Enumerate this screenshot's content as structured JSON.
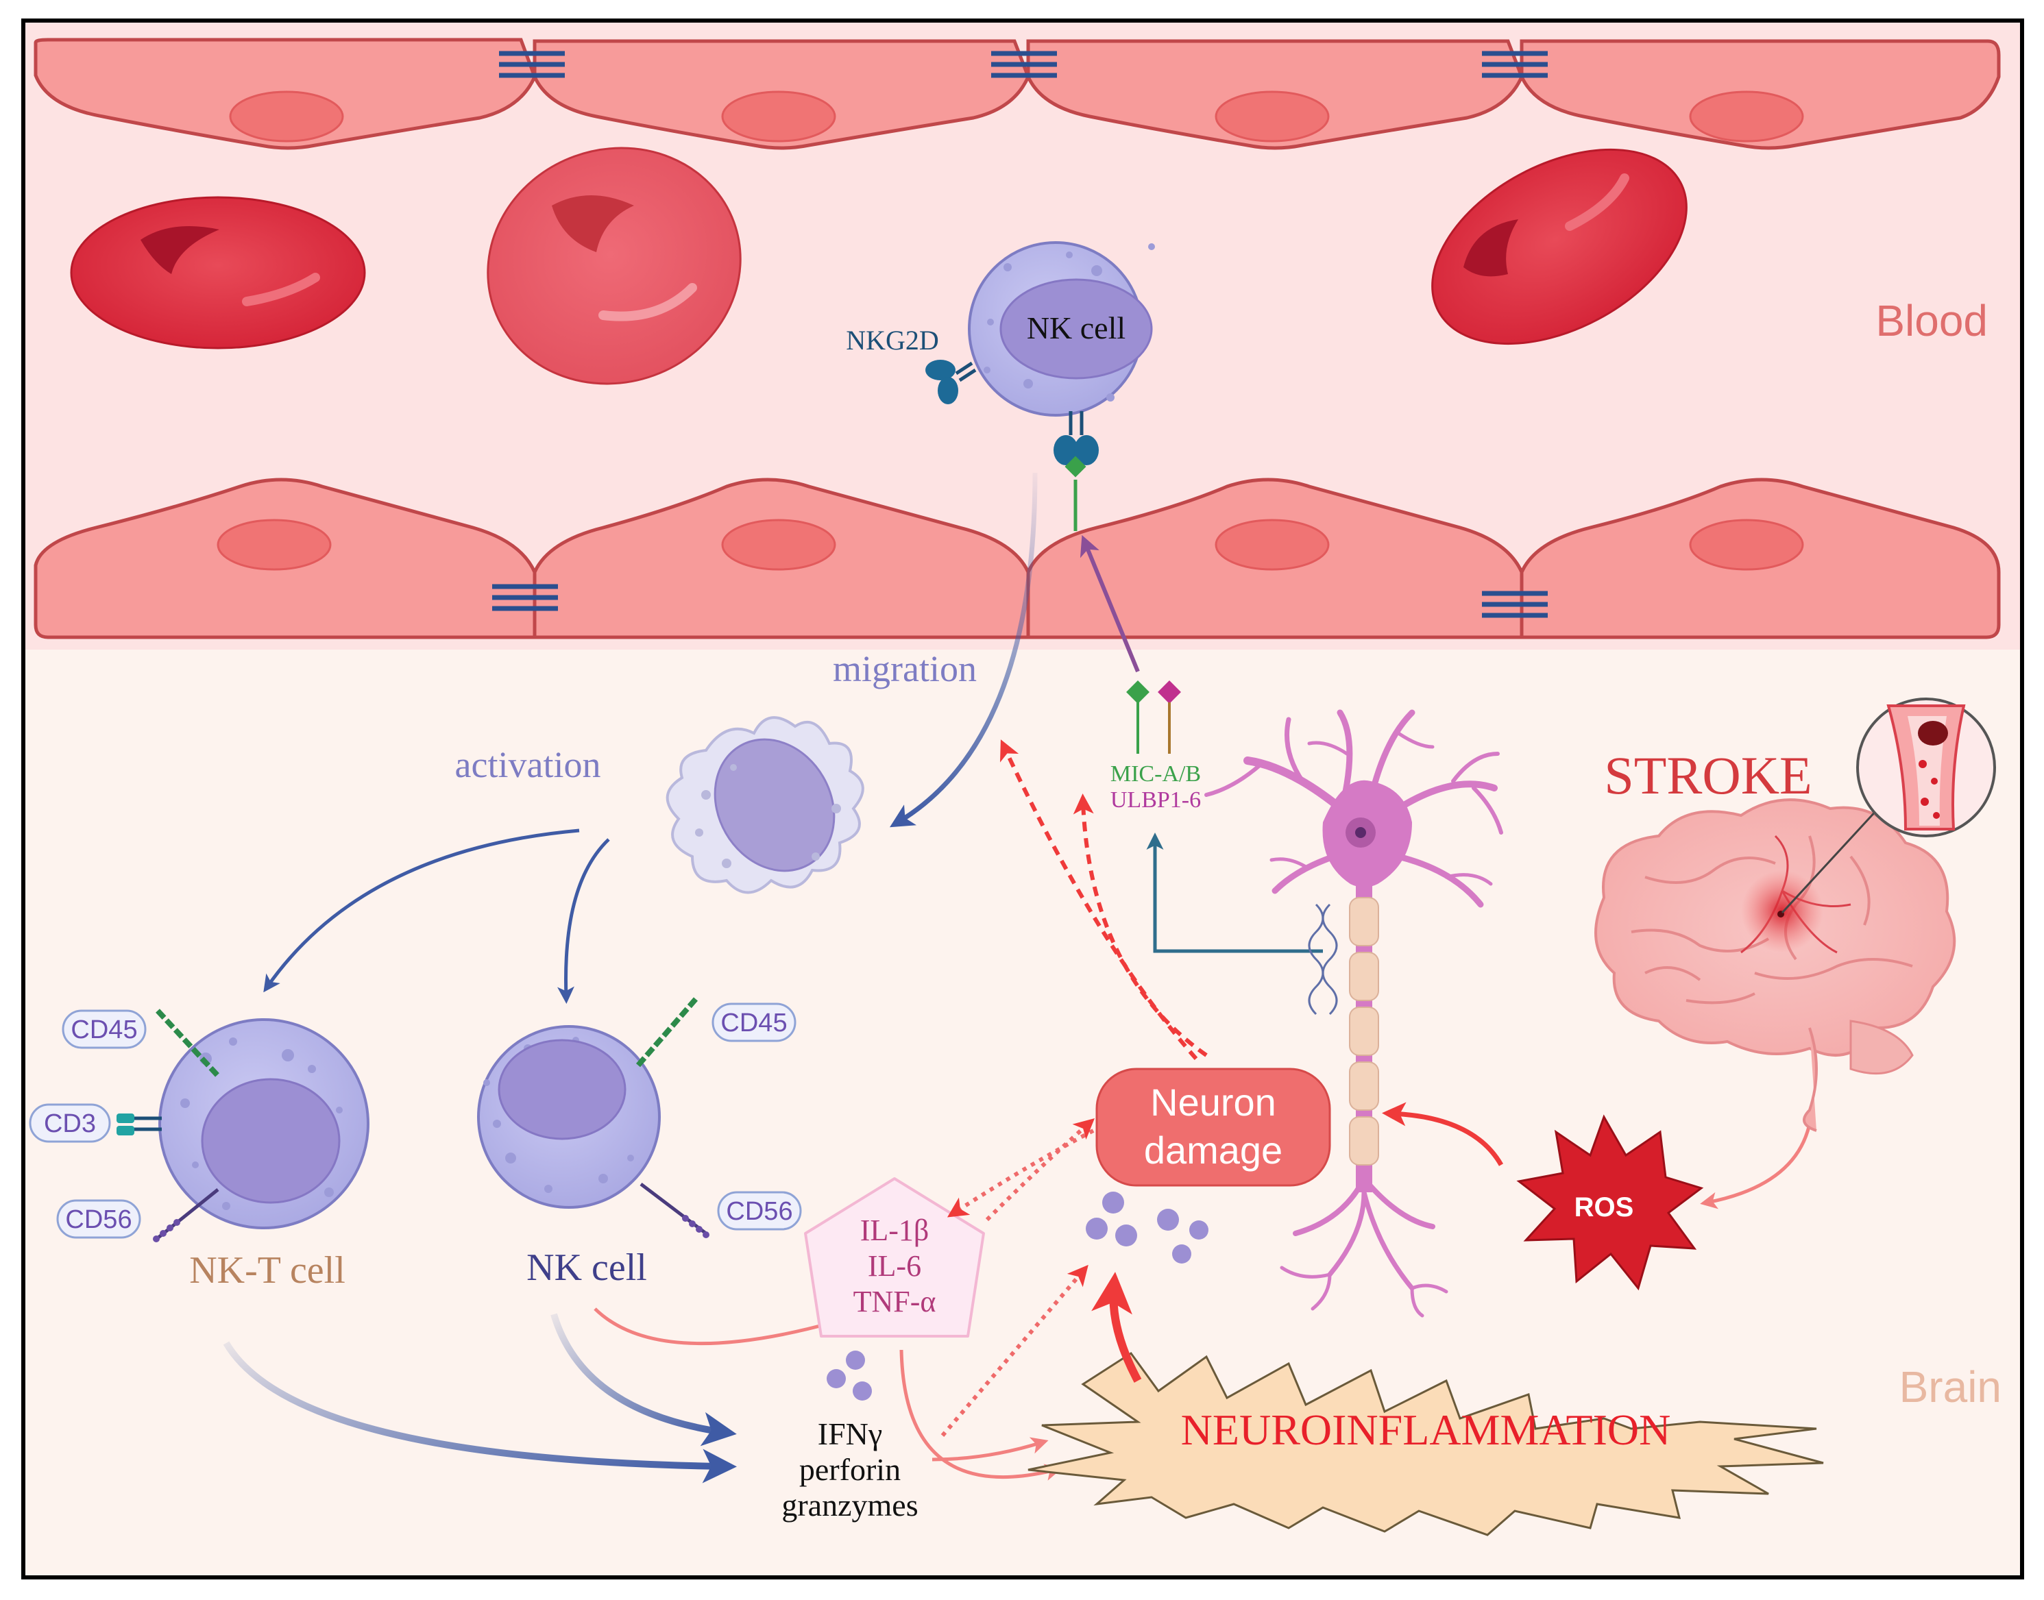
{
  "regions": {
    "blood": "Blood",
    "brain": "Brain"
  },
  "cells": {
    "nk_blood": "NK cell",
    "nkt": "NK-T cell",
    "nk_brain": "NK cell"
  },
  "receptors": {
    "nkg2d": "NKG2D",
    "cd45_left": "CD45",
    "cd3": "CD3",
    "cd56_left": "CD56",
    "cd45_right": "CD45",
    "cd56_right": "CD56"
  },
  "ligands": {
    "mic": "MIC-A/B",
    "ulbp": "ULBP1-6"
  },
  "process": {
    "migration": "migration",
    "activation": "activation"
  },
  "cytokines": {
    "il1b": "IL-1β",
    "il6": "IL-6",
    "tnfa": "TNF-α"
  },
  "effectors": {
    "ifng": "IFNγ",
    "perforin": "perforin",
    "granzymes": "granzymes"
  },
  "labels": {
    "stroke": "STROKE",
    "ros": "ROS",
    "neuron_damage_1": "Neuron",
    "neuron_damage_2": "damage",
    "neuroinflammation": "NEUROINFLAMMATION"
  },
  "colors": {
    "blood_bg": "#fde3e3",
    "brain_bg": "#fdf3ee",
    "endothelium": "#f79b9a",
    "endothelium_stroke": "#c0474a",
    "rbc": "#dc2f40",
    "nk_cell": "#b3b2e8",
    "nucleus": "#9c8fd3",
    "neuron": "#d57ac5",
    "damage_box": "#ef6e6e",
    "neuroinflammation_fill": "#fbdcb8",
    "neuroinflammation_text": "#e8202a",
    "stroke_text": "#d43a3e",
    "arrow_blue": "#3f5ba5",
    "arrow_red": "#ef3a3a",
    "arrow_pink": "#f2807f",
    "mic_green": "#3aa14a",
    "ulbp_purple": "#b03a9e"
  }
}
